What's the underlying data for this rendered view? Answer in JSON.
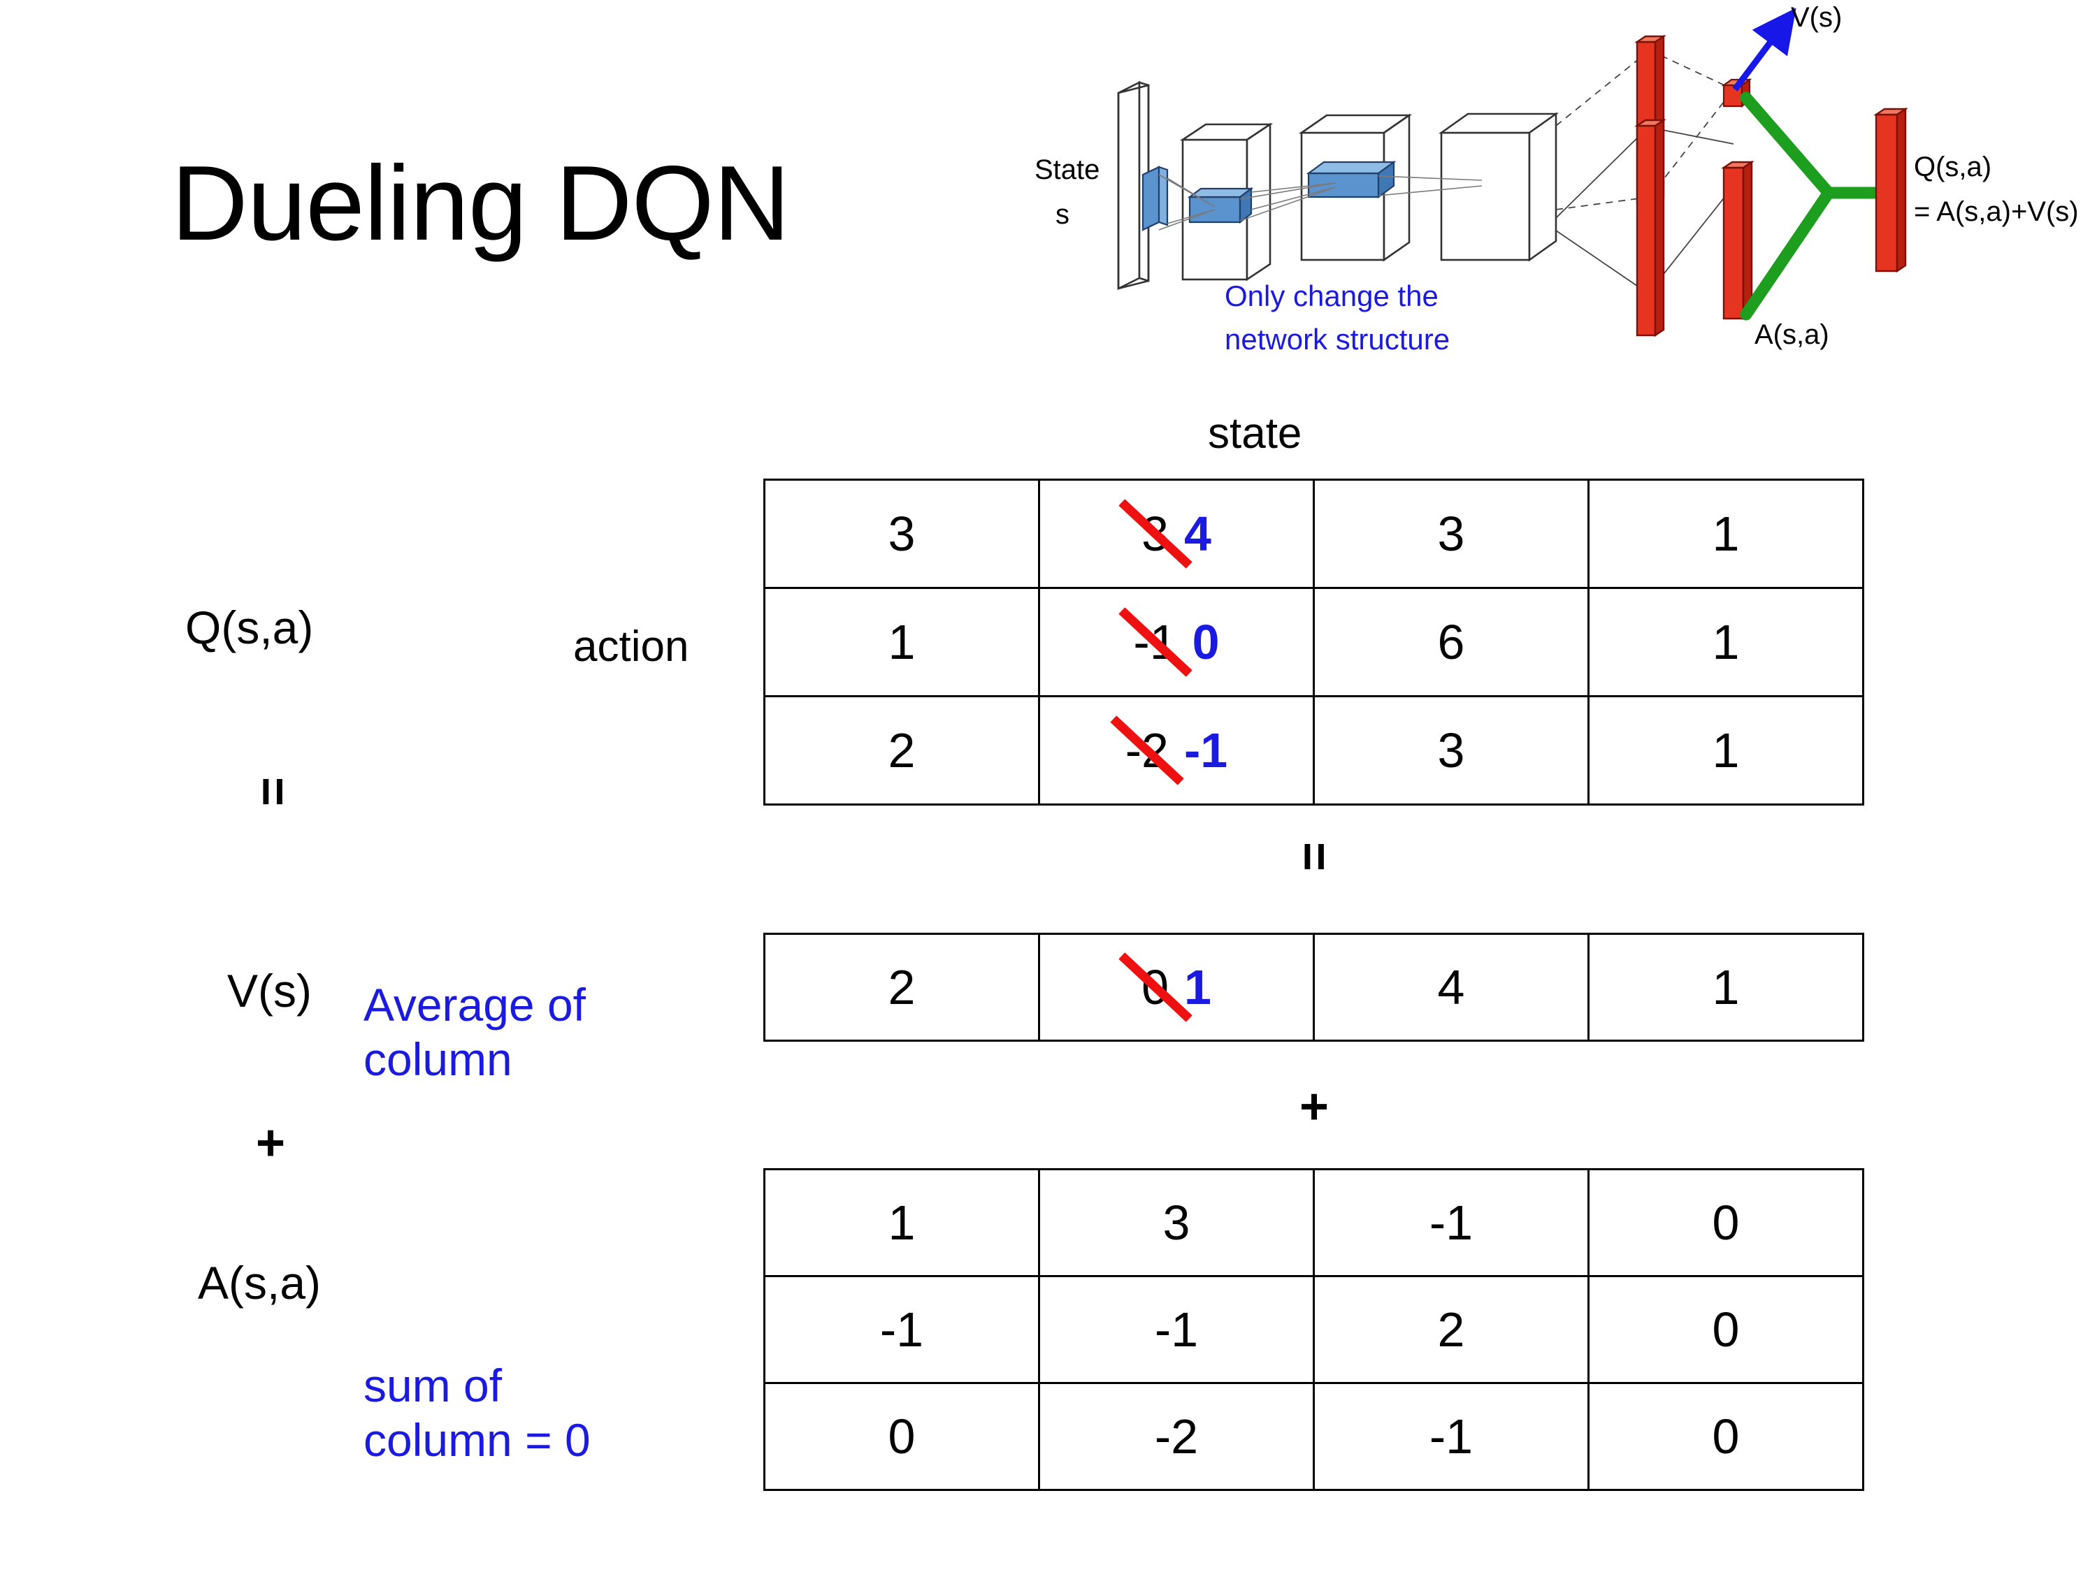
{
  "title": "Dueling DQN",
  "colors": {
    "accent_blue": "#1a1ae0",
    "strike_red": "#ee1111",
    "diagram_red": "#ee2211",
    "diagram_green": "#1e9e1e",
    "diagram_blue": "#4a86c8"
  },
  "diagram": {
    "input_label_line1": "State",
    "input_label_line2": "s",
    "note_line1": "Only change the",
    "note_line2": "network structure",
    "value_label": "V(s)",
    "advantage_label": "A(s,a)",
    "output_label_line1": "Q(s,a)",
    "output_label_line2": "= A(s,a)+V(s)"
  },
  "labels": {
    "state_header": "state",
    "action": "action",
    "q": "Q(s,a)",
    "v": "V(s)",
    "a": "A(s,a)",
    "equals": "=",
    "plus": "+",
    "avg_note_line1": "Average of",
    "avg_note_line2": "column",
    "sum_note_line1": "sum of",
    "sum_note_line2": "column = 0"
  },
  "chart_data": {
    "type": "table",
    "title": "Dueling DQN decomposition Q(s,a) = V(s) + A(s,a)",
    "xlabel": "state",
    "ylabel": "action",
    "tables": [
      {
        "name": "Q(s,a)",
        "rows": 3,
        "cols": 4,
        "values": [
          [
            "3",
            "3",
            "3",
            "1"
          ],
          [
            "1",
            "-1",
            "6",
            "1"
          ],
          [
            "2",
            "-2",
            "3",
            "1"
          ]
        ],
        "edits": [
          {
            "row": 0,
            "col": 1,
            "old": "3",
            "new": "4"
          },
          {
            "row": 1,
            "col": 1,
            "old": "-1",
            "new": "0"
          },
          {
            "row": 2,
            "col": 1,
            "old": "-2",
            "new": "-1"
          }
        ]
      },
      {
        "name": "V(s)",
        "rows": 1,
        "cols": 4,
        "values": [
          [
            "2",
            "0",
            "4",
            "1"
          ]
        ],
        "edits": [
          {
            "row": 0,
            "col": 1,
            "old": "0",
            "new": "1"
          }
        ]
      },
      {
        "name": "A(s,a)",
        "rows": 3,
        "cols": 4,
        "values": [
          [
            "1",
            "3",
            "-1",
            "0"
          ],
          [
            "-1",
            "-1",
            "2",
            "0"
          ],
          [
            "0",
            "-2",
            "-1",
            "0"
          ]
        ],
        "edits": []
      }
    ]
  },
  "q_table": {
    "r0c0": "3",
    "r0c1_old": "3",
    "r0c1_new": "4",
    "r0c2": "3",
    "r0c3": "1",
    "r1c0": "1",
    "r1c1_old": "-1",
    "r1c1_new": "0",
    "r1c2": "6",
    "r1c3": "1",
    "r2c0": "2",
    "r2c1_old": "-2",
    "r2c1_new": "-1",
    "r2c2": "3",
    "r2c3": "1"
  },
  "v_table": {
    "r0c0": "2",
    "r0c1_old": "0",
    "r0c1_new": "1",
    "r0c2": "4",
    "r0c3": "1"
  },
  "a_table": {
    "r0c0": "1",
    "r0c1": "3",
    "r0c2": "-1",
    "r0c3": "0",
    "r1c0": "-1",
    "r1c1": "-1",
    "r1c2": "2",
    "r1c3": "0",
    "r2c0": "0",
    "r2c1": "-2",
    "r2c2": "-1",
    "r2c3": "0"
  }
}
